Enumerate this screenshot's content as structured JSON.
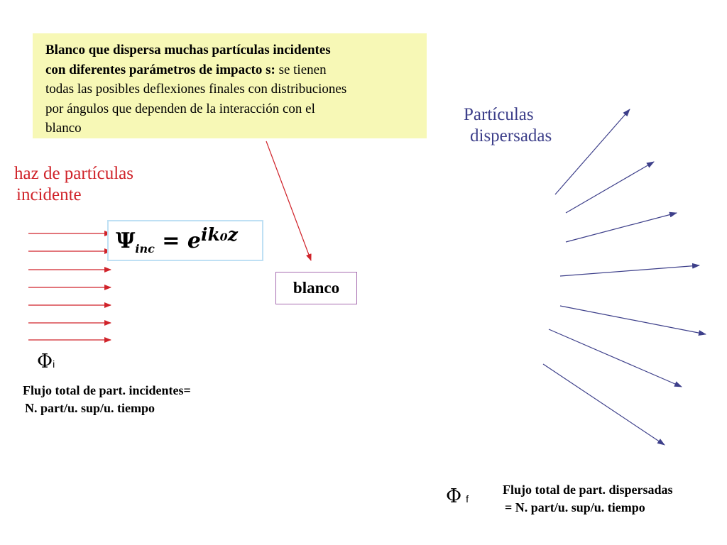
{
  "info_box": {
    "line1_bold": "Blanco que dispersa muchas partículas incidentes",
    "line2_bold": "con diferentes parámetros de impacto s:",
    "line2_rest": " se tienen",
    "line3": "todas las posibles deflexiones finales con distribuciones",
    "line4": "por ángulos que dependen de la interacción con el",
    "line5": "blanco"
  },
  "incident": {
    "title_line1": "haz de partículas",
    "title_line2": "incidente",
    "formula_psi": "Ψ",
    "formula_sub": "inc",
    "formula_eq": " = e",
    "formula_exp": "ik₀z",
    "phi_symbol": "Φ",
    "phi_sub": "i",
    "flux_line1": "Flujo total de part. incidentes=",
    "flux_line2": "N. part/u. sup/u. tiempo"
  },
  "target": {
    "label": "blanco"
  },
  "scattered": {
    "title_line1": "Partículas",
    "title_line2": "dispersadas",
    "phi_symbol": "Φ",
    "phi_sub": "f",
    "flux_line1": "Flujo total de part. dispersadas",
    "flux_line2": "= N. part/u. sup/u. tiempo"
  },
  "colors": {
    "incident_arrows": "#d0232a",
    "scattered_arrows": "#3d3f8a",
    "info_bg": "#f7f8b6",
    "target_border": "#a66cb0",
    "formula_border": "#bfe0f4"
  }
}
